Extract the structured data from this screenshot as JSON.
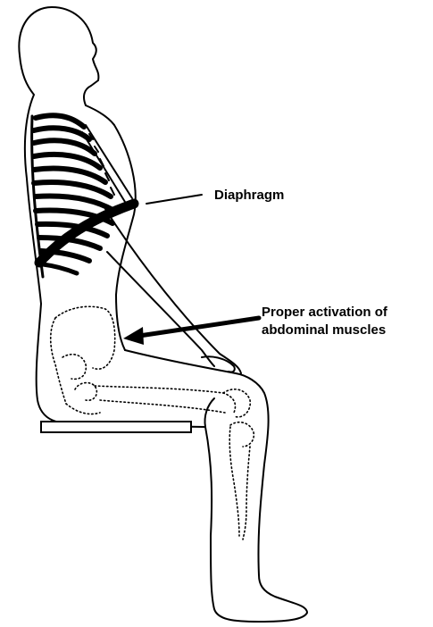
{
  "labels": {
    "diaphragm": "Diaphragm",
    "abdominal_line1": "Proper activation of",
    "abdominal_line2": "abdominal muscles"
  },
  "colors": {
    "ink": "#000000",
    "background": "#ffffff"
  }
}
